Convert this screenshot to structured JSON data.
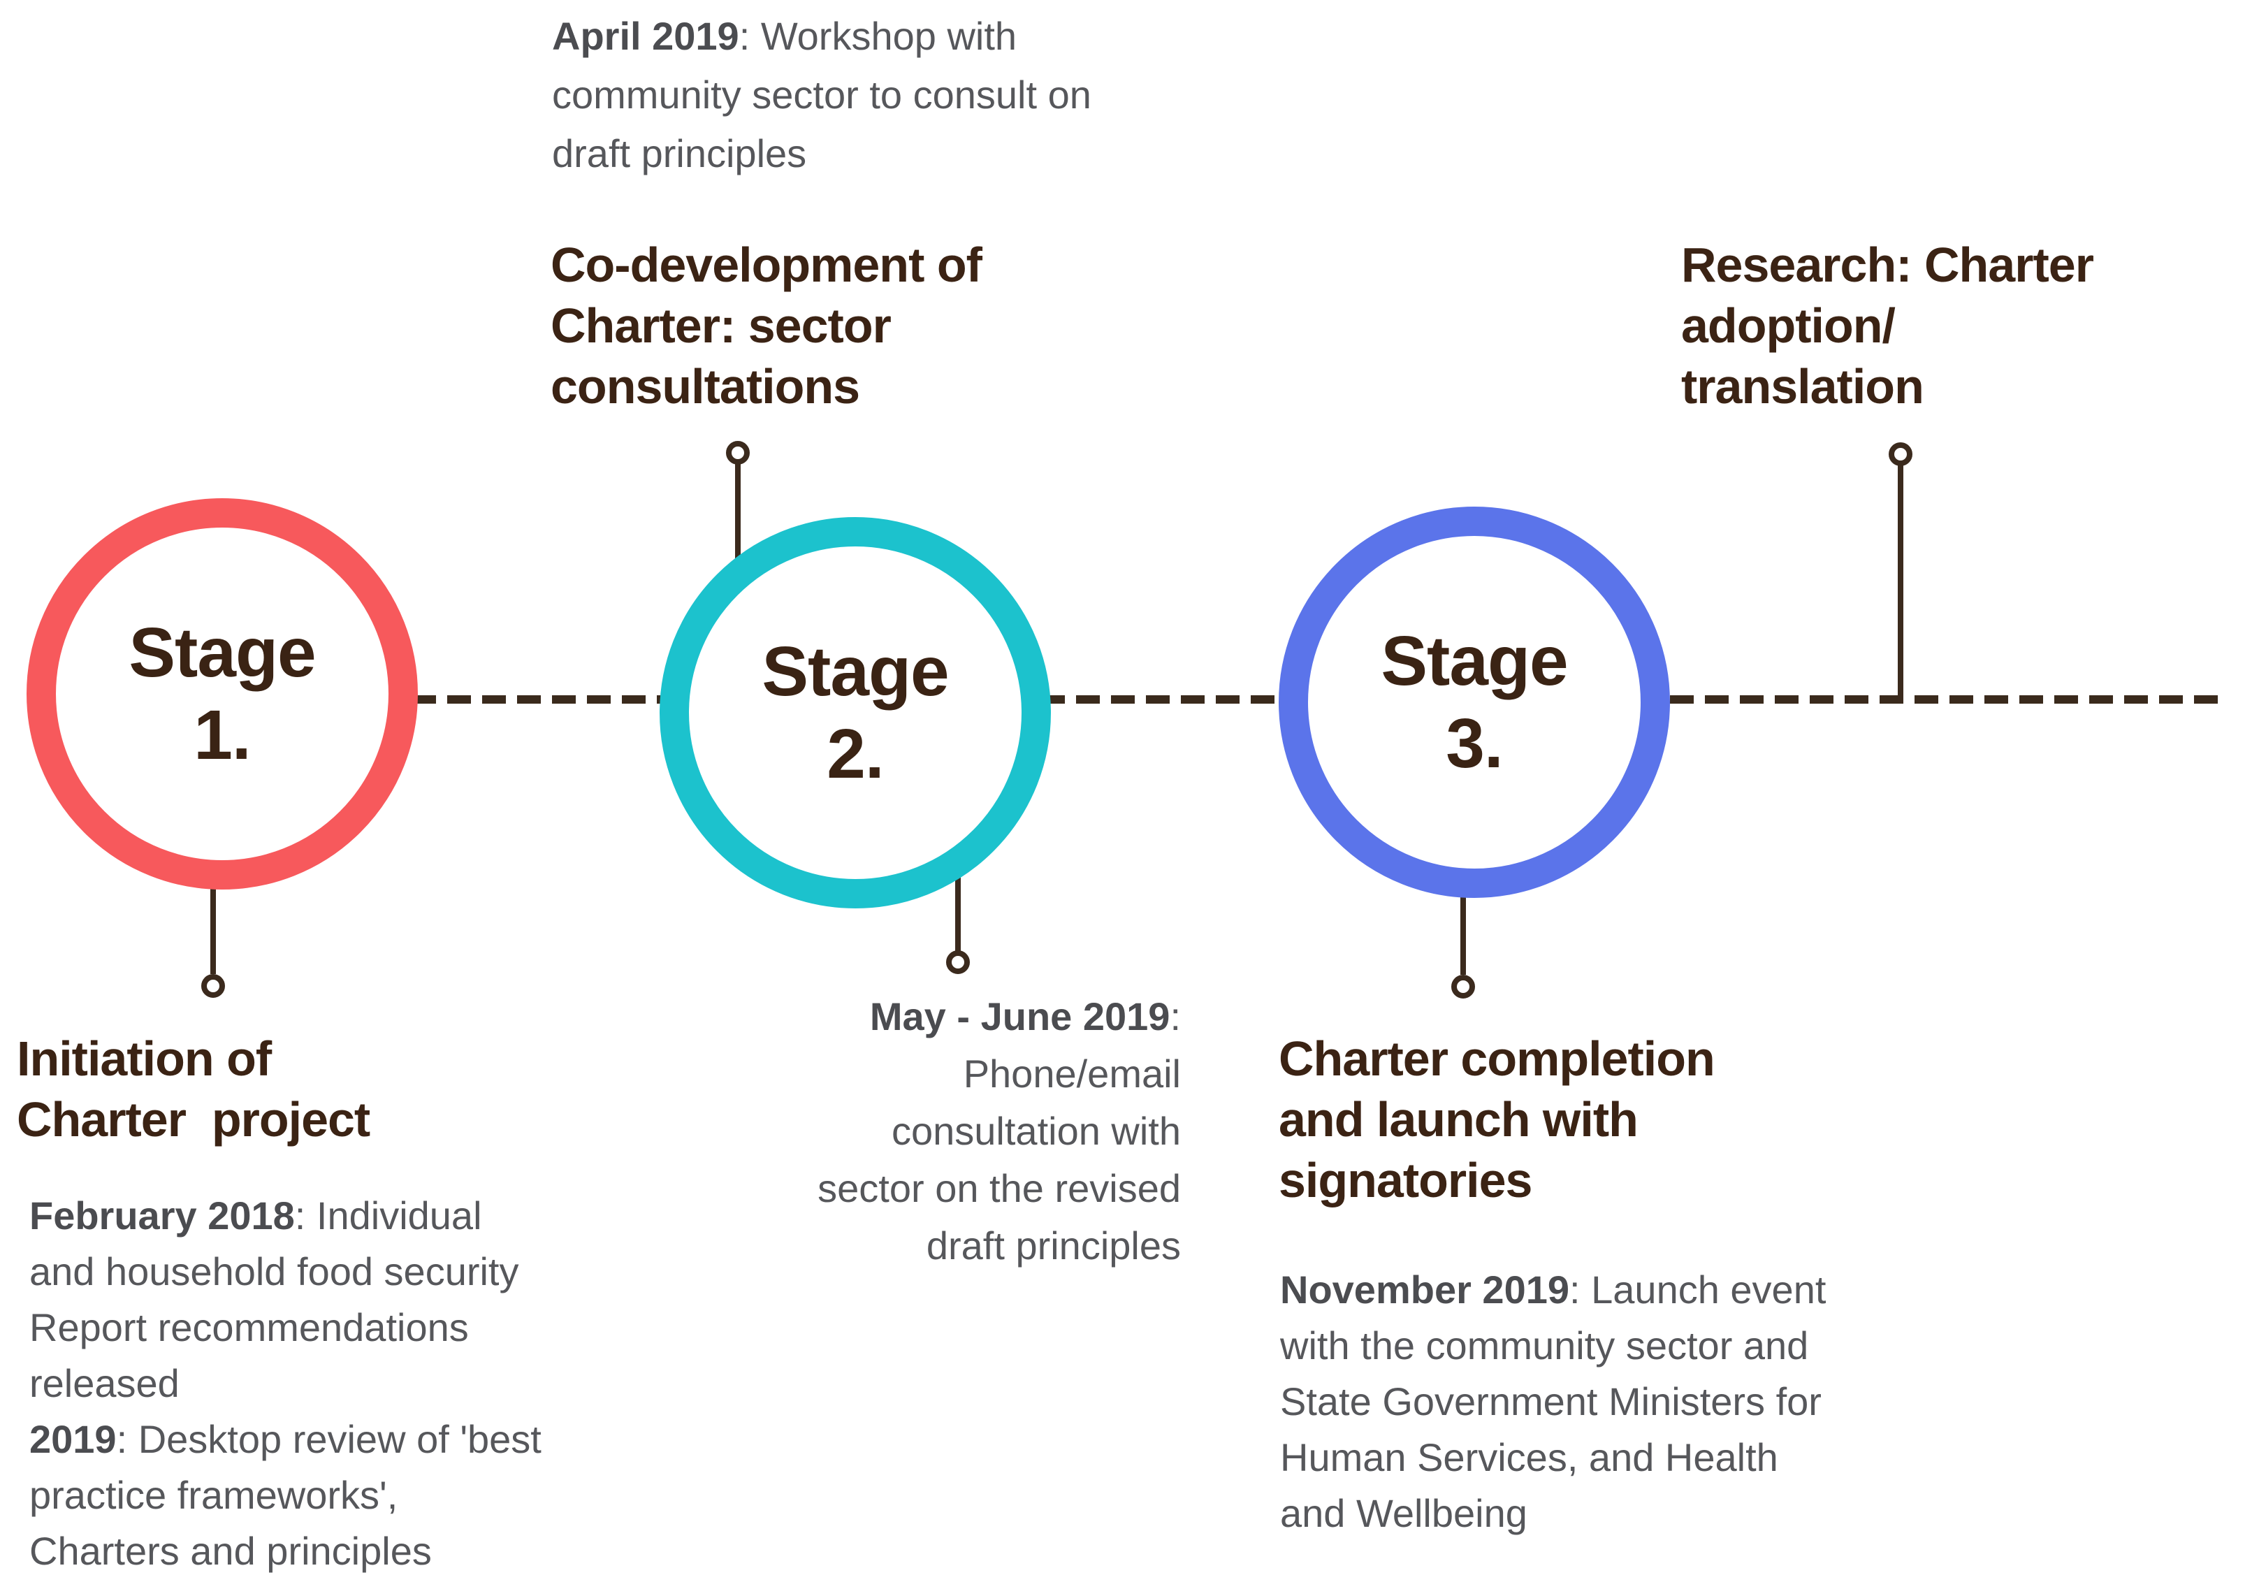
{
  "palette": {
    "stage1_red": "#f7595c",
    "stage2_teal": "#1cc2cd",
    "stage3_blue": "#5b74ea",
    "heading_brown": "#3b2314",
    "body_gray": "#56575b",
    "connector_brown": "#3b2a1d"
  },
  "stages": [
    {
      "label": "Stage\n1.",
      "color": "#f7595c"
    },
    {
      "label": "Stage\n2.",
      "color": "#1cc2cd"
    },
    {
      "label": "Stage\n3.",
      "color": "#5b74ea"
    }
  ],
  "annotations": {
    "april_note": {
      "segments": [
        {
          "t": "April 2019",
          "b": true
        },
        {
          "t": ": Workshop with\ncommunity sector to consult on\ndraft principles",
          "b": false
        }
      ]
    },
    "codev_heading": "Co-development of\nCharter: sector\nconsultations",
    "research_heading": "Research: Charter\nadoption/\ntranslation",
    "initiation_heading": "Initiation of\nCharter  project",
    "feb_note": {
      "segments": [
        {
          "t": "February 2018",
          "b": true
        },
        {
          "t": ": Individual\nand household food security\nReport recommendations\nreleased\n",
          "b": false
        },
        {
          "t": "2019",
          "b": true
        },
        {
          "t": ": Desktop review of 'best\npractice frameworks',\nCharters and principles",
          "b": false
        }
      ]
    },
    "mayjune_note": {
      "segments": [
        {
          "t": "May - June 2019",
          "b": true
        },
        {
          "t": ":\nPhone/email\nconsultation with\nsector on the revised\ndraft principles",
          "b": false
        }
      ]
    },
    "completion_heading": "Charter completion\nand launch with\nsignatories",
    "november_note": {
      "segments": [
        {
          "t": "November 2019",
          "b": true
        },
        {
          "t": ": Launch event\nwith the community sector and\nState Government Ministers for\nHuman Services, and Health\nand Wellbeing",
          "b": false
        }
      ]
    }
  }
}
